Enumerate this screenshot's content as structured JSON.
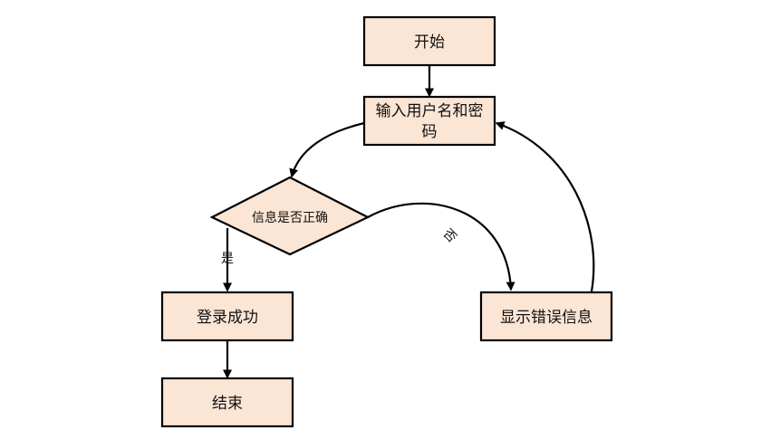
{
  "diagram": {
    "colors": {
      "node_fill": "#fbe5d5",
      "stroke": "#000000",
      "text": "#111111",
      "background": "#ffffff"
    },
    "nodes": {
      "start": {
        "label": "开始"
      },
      "input_line1": {
        "label": "输入用户名和密"
      },
      "input_line2": {
        "label": "码"
      },
      "decision": {
        "label": "信息是否正确"
      },
      "success": {
        "label": "登录成功"
      },
      "end": {
        "label": "结束"
      },
      "error": {
        "label": "显示错误信息"
      }
    },
    "edges": {
      "yes_label": "是",
      "no_label": "否"
    }
  }
}
